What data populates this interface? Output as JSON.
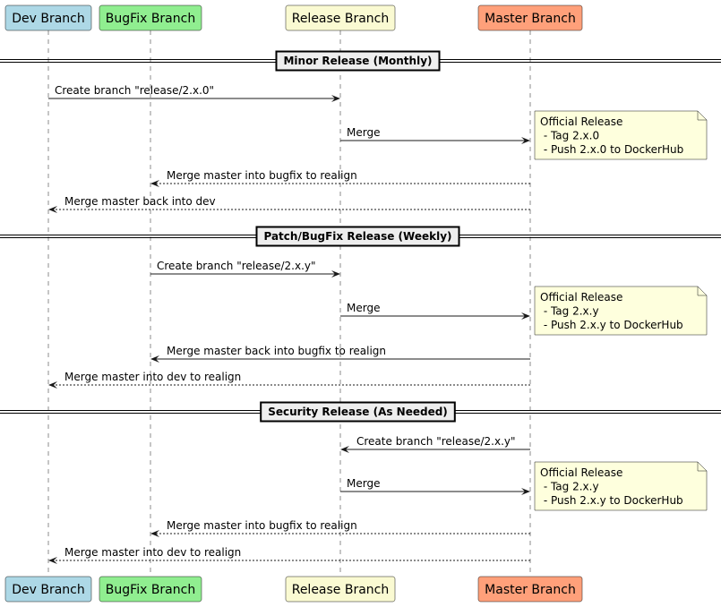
{
  "participants": [
    {
      "id": "dev",
      "label": "Dev Branch",
      "color": "#ADD8E6"
    },
    {
      "id": "bugfix",
      "label": "BugFix Branch",
      "color": "#90EE90"
    },
    {
      "id": "release",
      "label": "Release Branch",
      "color": "#FAFAD2"
    },
    {
      "id": "master",
      "label": "Master Branch",
      "color": "#FFA07A"
    }
  ],
  "sections": [
    {
      "title": "Minor Release (Monthly)",
      "messages": [
        {
          "from": "dev",
          "to": "release",
          "label": "Create branch \"release/2.x.0\"",
          "style": "solid"
        },
        {
          "from": "release",
          "to": "master",
          "label": "Merge",
          "style": "solid",
          "note": {
            "lines": [
              "Official Release",
              " - Tag 2.x.0",
              " - Push 2.x.0 to DockerHub"
            ]
          }
        },
        {
          "from": "master",
          "to": "bugfix",
          "label": "Merge master into bugfix to realign",
          "style": "dashed"
        },
        {
          "from": "master",
          "to": "dev",
          "label": "Merge master back into dev",
          "style": "dashed"
        }
      ]
    },
    {
      "title": "Patch/BugFix Release (Weekly)",
      "messages": [
        {
          "from": "bugfix",
          "to": "release",
          "label": "Create branch \"release/2.x.y\"",
          "style": "solid"
        },
        {
          "from": "release",
          "to": "master",
          "label": "Merge",
          "style": "solid",
          "note": {
            "lines": [
              "Official Release",
              " - Tag 2.x.y",
              " - Push 2.x.y to DockerHub"
            ]
          }
        },
        {
          "from": "master",
          "to": "bugfix",
          "label": "Merge master back into bugfix to realign",
          "style": "solid"
        },
        {
          "from": "master",
          "to": "dev",
          "label": "Merge master into dev to realign",
          "style": "dashed"
        }
      ]
    },
    {
      "title": "Security Release (As Needed)",
      "messages": [
        {
          "from": "master",
          "to": "release",
          "label": "Create branch \"release/2.x.y\"",
          "style": "solid"
        },
        {
          "from": "release",
          "to": "master",
          "label": "Merge",
          "style": "solid",
          "note": {
            "lines": [
              "Official Release",
              " - Tag 2.x.y",
              " - Push 2.x.y to DockerHub"
            ]
          }
        },
        {
          "from": "master",
          "to": "bugfix",
          "label": "Merge master into bugfix to realign",
          "style": "dashed"
        },
        {
          "from": "master",
          "to": "dev",
          "label": "Merge master into dev to realign",
          "style": "dashed"
        }
      ]
    }
  ]
}
